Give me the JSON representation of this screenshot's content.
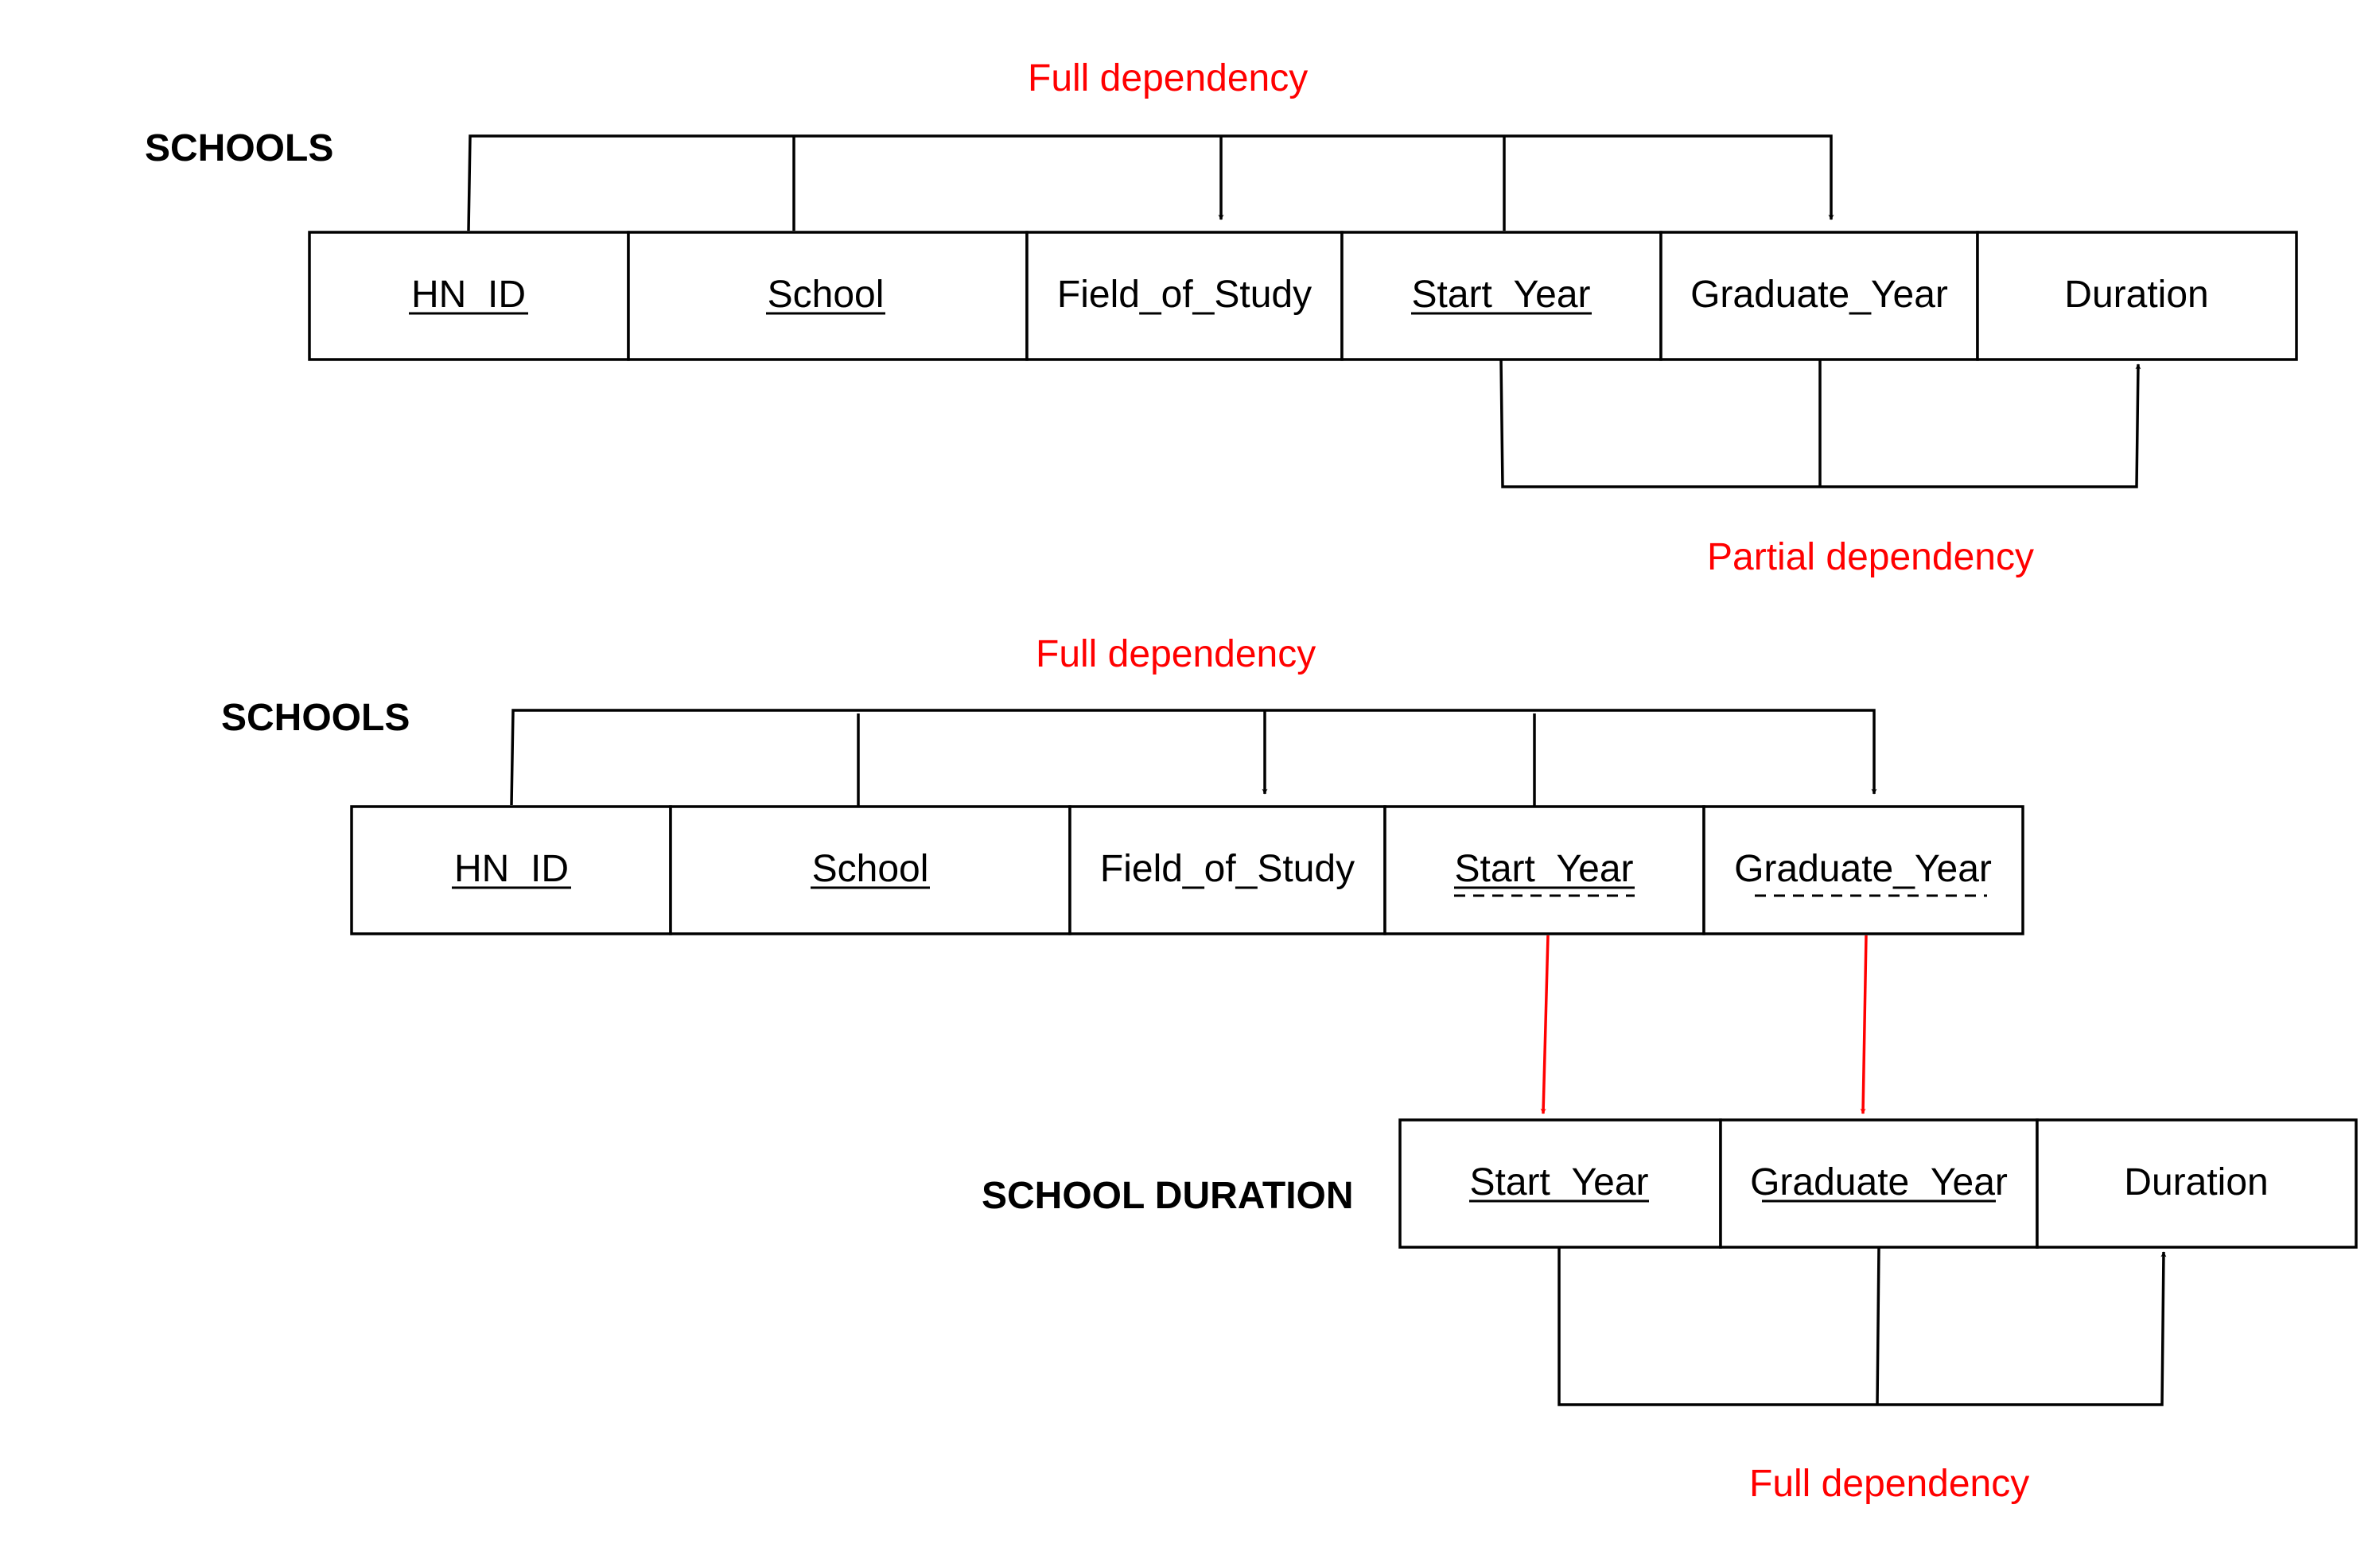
{
  "colors": {
    "dependency_label": "#ff0000",
    "line": "#000000",
    "derived_arrow": "#ff0000"
  },
  "diagram1": {
    "title": "SCHOOLS",
    "top_label": "Full dependency",
    "bottom_label": "Partial dependency",
    "columns": [
      {
        "label": "HN_ID",
        "key": true
      },
      {
        "label": "School",
        "key": true
      },
      {
        "label": "Field_of_Study",
        "key": false
      },
      {
        "label": "Start_Year",
        "key": true
      },
      {
        "label": "Graduate_Year",
        "key": false
      },
      {
        "label": "Duration",
        "key": false
      }
    ]
  },
  "diagram2": {
    "title": "SCHOOLS",
    "top_label": "Full dependency",
    "columns": [
      {
        "label": "HN_ID",
        "key": true
      },
      {
        "label": "School",
        "key": true
      },
      {
        "label": "Field_of_Study",
        "key": false
      },
      {
        "label": "Start_Year",
        "key": true,
        "foreign_key": true
      },
      {
        "label": "Graduate_Year",
        "key": false,
        "foreign_key": true
      }
    ]
  },
  "diagram3": {
    "title": "SCHOOL DURATION",
    "bottom_label": "Full dependency",
    "columns": [
      {
        "label": "Start_Year",
        "key": true
      },
      {
        "label": "Graduate_Year",
        "key": true
      },
      {
        "label": "Duration",
        "key": false
      }
    ]
  }
}
